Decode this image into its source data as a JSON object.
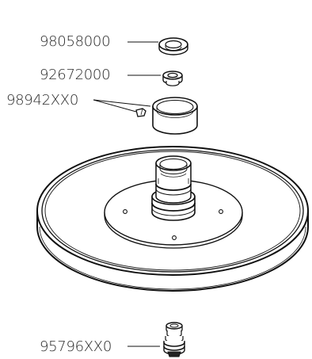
{
  "parts": [
    {
      "id": "seal-ring",
      "label": "98058000"
    },
    {
      "id": "nut",
      "label": "92672000"
    },
    {
      "id": "collar-and-pin",
      "label": "98942XX0"
    },
    {
      "id": "bottom-fitting",
      "label": "95796XX0"
    }
  ],
  "colors": {
    "line": "#111111",
    "label": "#2a2a2a",
    "fill": "#ffffff"
  }
}
